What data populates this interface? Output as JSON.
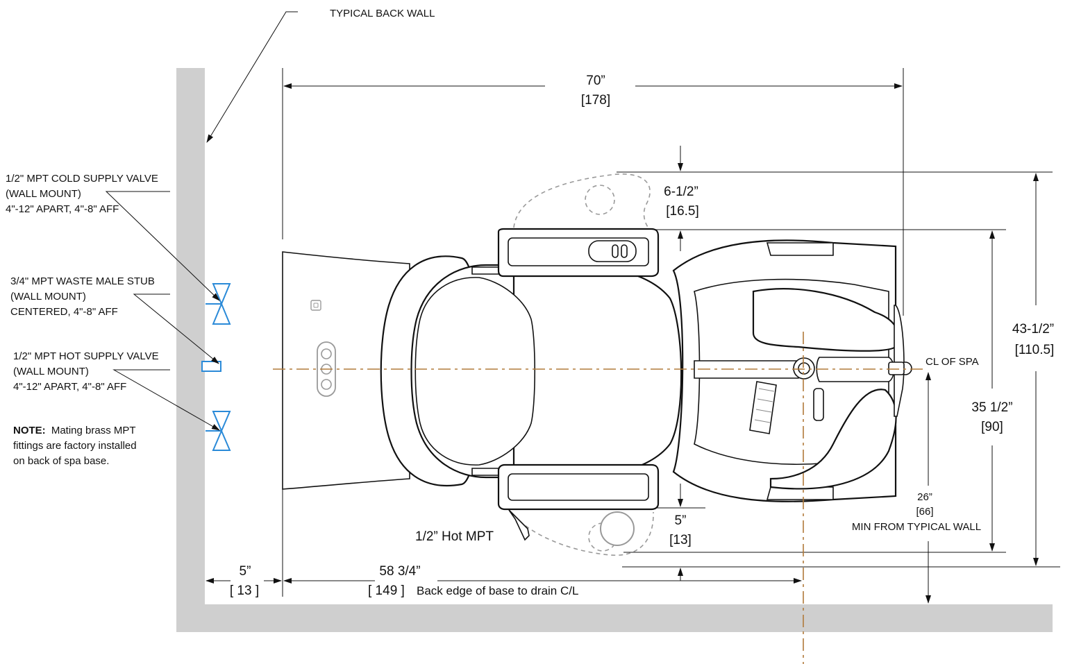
{
  "labels": {
    "back_wall": "TYPICAL BACK WALL",
    "cold_1": "1/2\" MPT COLD SUPPLY VALVE",
    "cold_2": "(WALL MOUNT)",
    "cold_3": "4\"-12\" APART, 4\"-8\" AFF",
    "waste_1": "3/4\" MPT WASTE MALE STUB",
    "waste_2": "(WALL MOUNT)",
    "waste_3": "CENTERED, 4\"-8\" AFF",
    "hot_1": "1/2\" MPT HOT SUPPLY VALVE",
    "hot_2": "(WALL MOUNT)",
    "hot_3": "4\"-12\" APART, 4\"-8\" AFF",
    "note_bold": "NOTE:",
    "note_1": "Mating brass MPT",
    "note_2": "fittings are factory installed",
    "note_3": "on back of spa base.",
    "hot_mpt": "1/2” Hot MPT",
    "cl_spa": "CL OF SPA"
  },
  "dimensions": {
    "overall_width_in": "70”",
    "overall_width_cm": "[178]",
    "top_offset_in": "6-1/2”",
    "top_offset_cm": "[16.5]",
    "overall_depth_in": "43-1/2”",
    "overall_depth_cm": "[110.5]",
    "base_depth_in": "35 1/2”",
    "base_depth_cm": "[90]",
    "min_wall_in": "26”",
    "min_wall_cm": "[66]",
    "min_wall_note": "MIN FROM TYPICAL WALL",
    "bottom_offset_in": "5”",
    "bottom_offset_cm": "[13]",
    "wall_gap_in": "5”",
    "wall_gap_cm": "[ 13 ]",
    "drain_in": "58 3/4”",
    "drain_cm": "[ 149 ]",
    "drain_note": "Back edge of base to drain C/L"
  },
  "colors": {
    "wall": "#cfcfcf",
    "valve": "#2a8ad8",
    "centerline": "#b07a3a",
    "ghost": "#999999"
  }
}
